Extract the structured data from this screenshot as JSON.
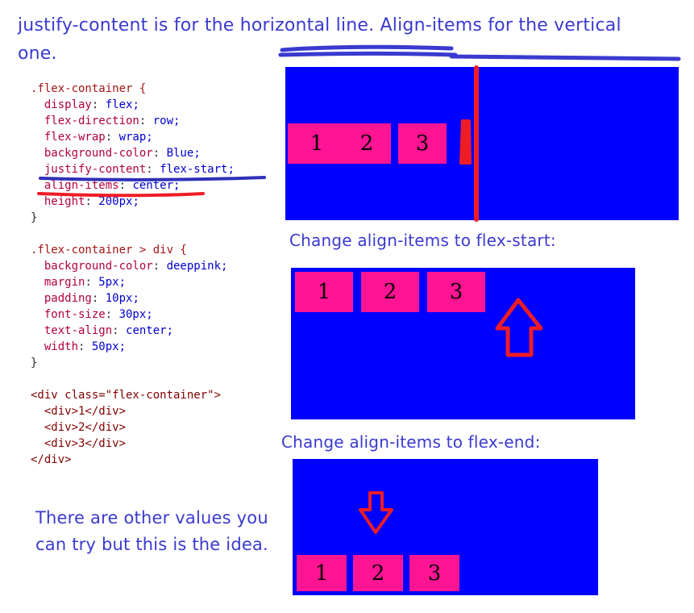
{
  "heading": "justify-content is for the horizontal line.  Align-items for the vertical one.",
  "code": {
    "css1_selector": ".flex-container {",
    "css1_props": [
      {
        "name": "display",
        "value": "flex;"
      },
      {
        "name": "flex-direction",
        "value": "row;"
      },
      {
        "name": "flex-wrap",
        "value": "wrap;"
      },
      {
        "name": "background-color",
        "value": "Blue;"
      },
      {
        "name": "justify-content",
        "value": "flex-start;"
      },
      {
        "name": "align-items",
        "value": "center;"
      },
      {
        "name": "height",
        "value": "200px;"
      }
    ],
    "css2_selector": ".flex-container > div {",
    "css2_props": [
      {
        "name": "background-color",
        "value": "deeppink;"
      },
      {
        "name": "margin",
        "value": "5px;"
      },
      {
        "name": "padding",
        "value": "10px;"
      },
      {
        "name": "font-size",
        "value": "30px;"
      },
      {
        "name": "text-align",
        "value": "center;"
      },
      {
        "name": "width",
        "value": "50px;"
      }
    ],
    "close_brace": "}",
    "html_lines": [
      "<div class=\"flex-container\">",
      "  <div>1</div>",
      "  <div>2</div>",
      "  <div>3</div>",
      "</div>"
    ]
  },
  "demos": [
    {
      "items": [
        "1",
        "2",
        "3"
      ]
    },
    {
      "caption": "Change align-items to flex-start:",
      "items": [
        "1",
        "2",
        "3"
      ]
    },
    {
      "caption": "Change align-items to flex-end:",
      "items": [
        "1",
        "2",
        "3"
      ]
    }
  ],
  "footer": "There are other values you can try but this is the idea.",
  "colors": {
    "container": "#0000ff",
    "item": "#ff1493",
    "annotation_blue": "#3a3ad0",
    "annotation_red": "#ee1c25"
  }
}
